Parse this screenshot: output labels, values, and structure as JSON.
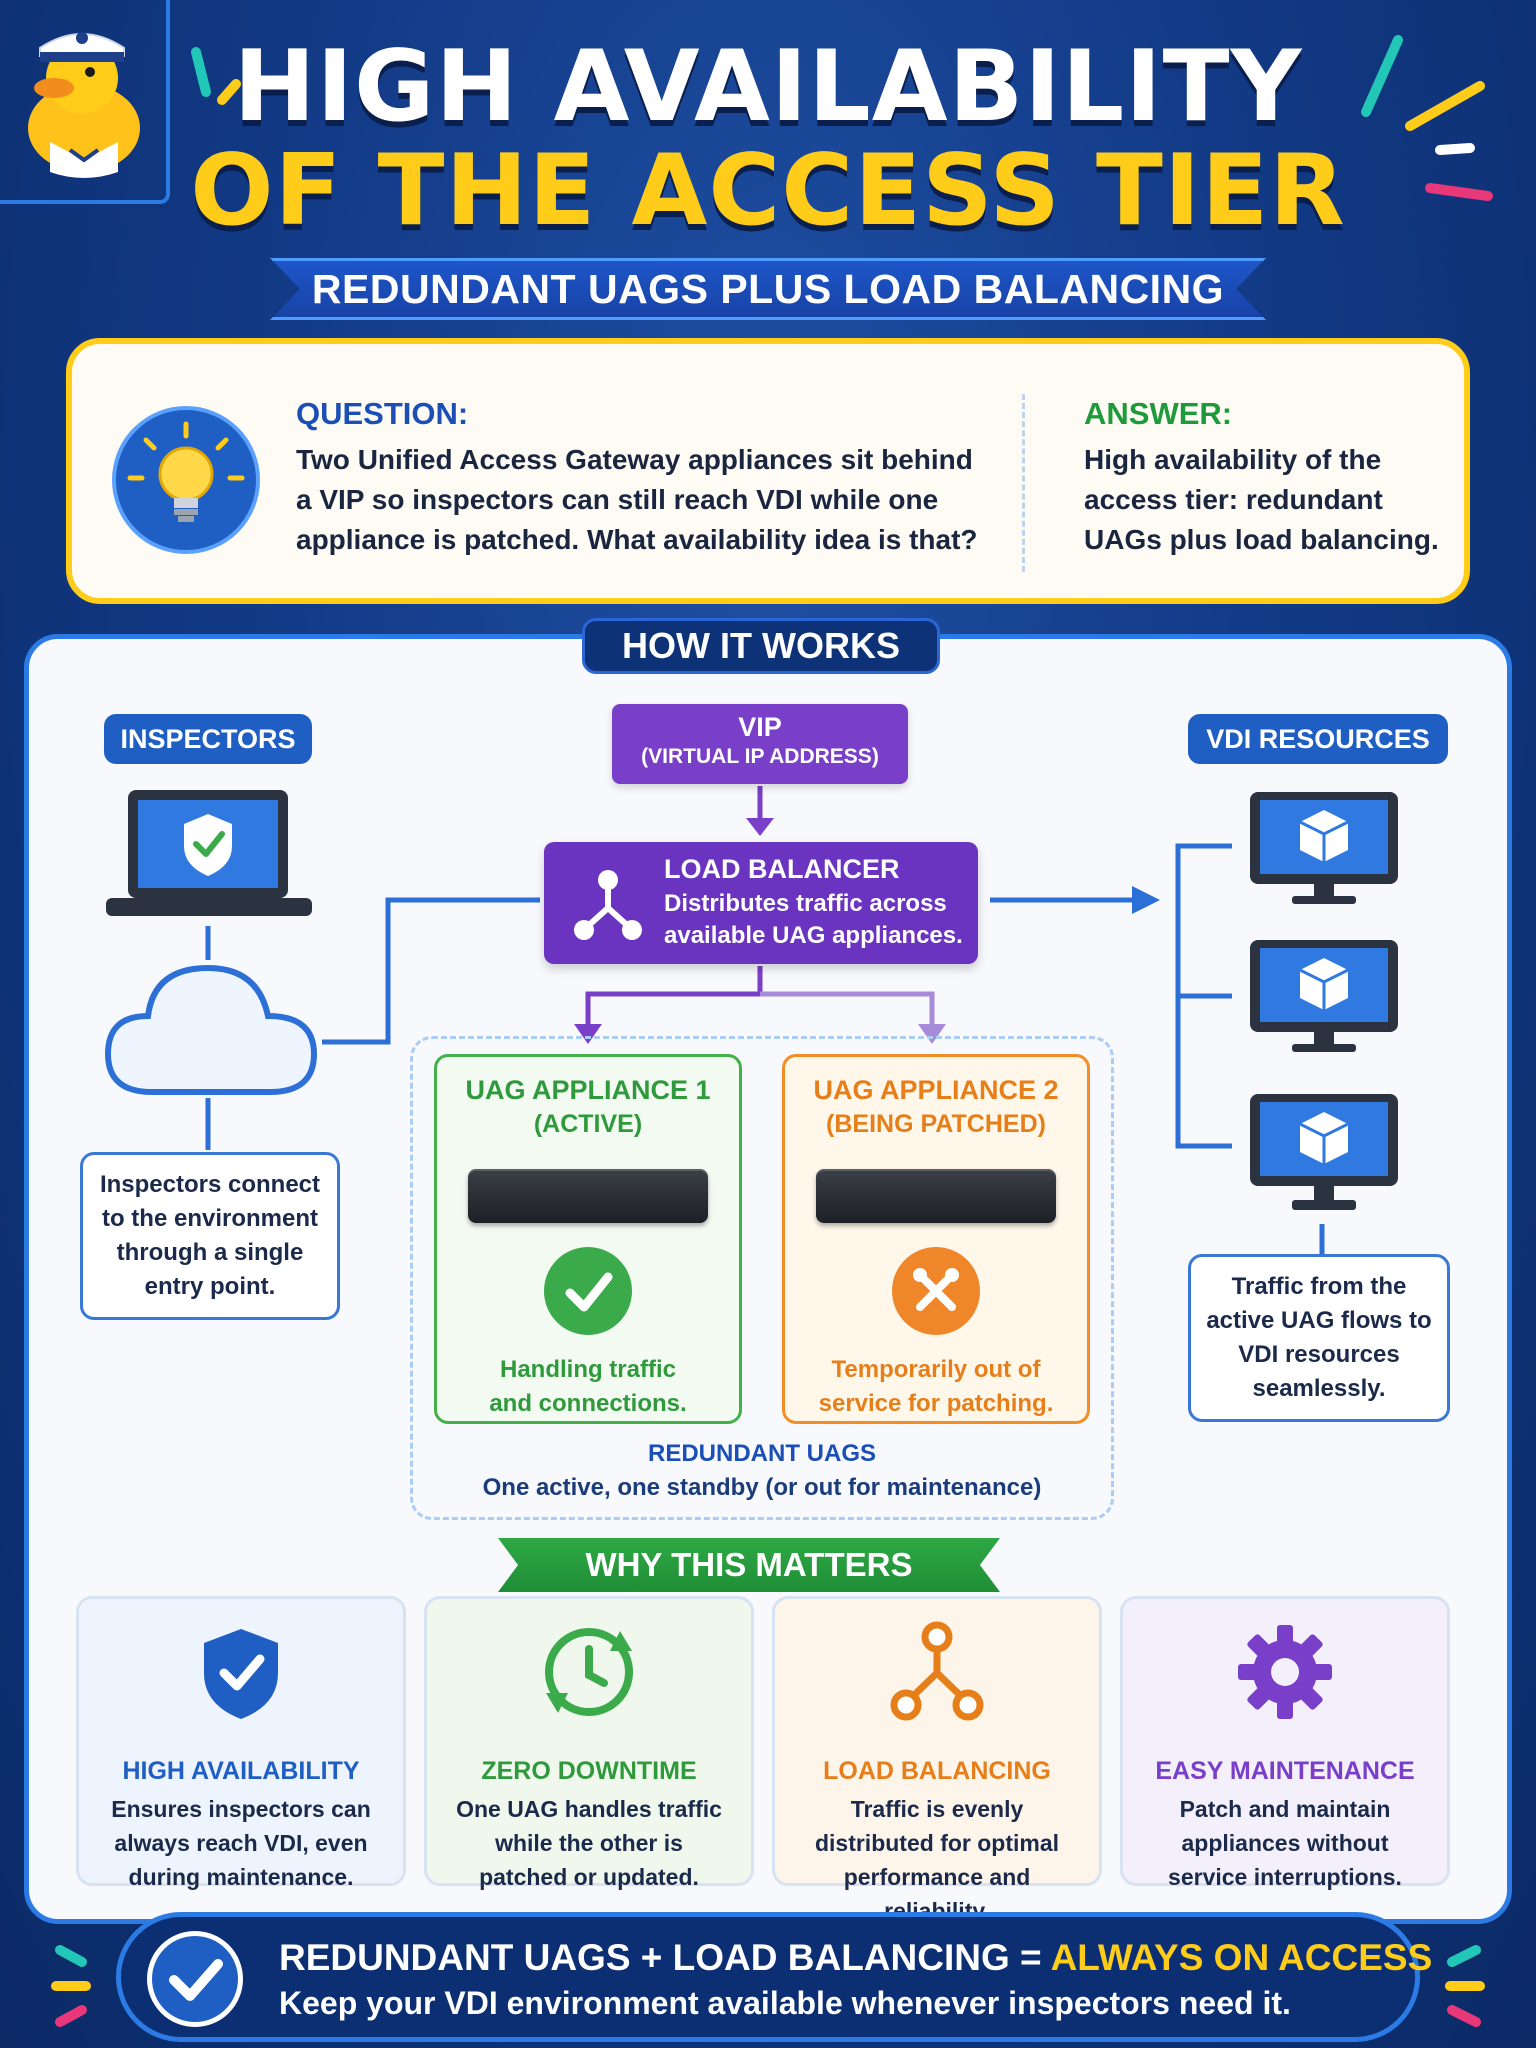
{
  "header": {
    "title_line1": "HIGH AVAILABILITY",
    "title_line2": "OF THE ACCESS TIER",
    "subtitle": "REDUNDANT UAGS PLUS LOAD BALANCING"
  },
  "qa": {
    "question_label": "QUESTION:",
    "question_text": "Two Unified Access Gateway appliances sit behind a VIP so inspectors can still reach VDI while one appliance is patched. What availability idea is that?",
    "answer_label": "ANSWER:",
    "answer_text": "High availability of the access tier: redundant UAGs plus load balancing."
  },
  "how_it_works": {
    "tab_label": "HOW IT WORKS",
    "inspectors_label": "INSPECTORS",
    "inspectors_note": "Inspectors connect to the environment through a single entry point.",
    "vip_title": "VIP",
    "vip_subtitle": "(VIRTUAL IP ADDRESS)",
    "lb_title": "LOAD BALANCER",
    "lb_desc": "Distributes traffic across available UAG appliances.",
    "vdi_label": "VDI RESOURCES",
    "vdi_note": "Traffic from the active UAG flows to VDI resources seamlessly.",
    "uag1": {
      "title": "UAG APPLIANCE 1",
      "state": "(ACTIVE)",
      "desc": "Handling traffic and connections."
    },
    "uag2": {
      "title": "UAG APPLIANCE 2",
      "state": "(BEING PATCHED)",
      "desc": "Temporarily out of service for patching."
    },
    "redundant_title": "REDUNDANT UAGS",
    "redundant_sub": "One active, one standby (or out for maintenance)"
  },
  "why": {
    "banner": "WHY THIS MATTERS",
    "cards": [
      {
        "title": "HIGH AVAILABILITY",
        "desc": "Ensures inspectors can always reach VDI, even during maintenance.",
        "icon": "shield-check-icon",
        "color": "#1f5fc4"
      },
      {
        "title": "ZERO DOWNTIME",
        "desc": "One UAG handles traffic while the other is patched or updated.",
        "icon": "clock-refresh-icon",
        "color": "#2f9a3c"
      },
      {
        "title": "LOAD BALANCING",
        "desc": "Traffic is evenly distributed for optimal performance and reliability.",
        "icon": "network-nodes-icon",
        "color": "#e67f1a"
      },
      {
        "title": "EASY MAINTENANCE",
        "desc": "Patch and maintain appliances without service interruptions.",
        "icon": "gear-icon",
        "color": "#7a3fc8"
      }
    ]
  },
  "footer": {
    "line1_prefix": "REDUNDANT UAGS + LOAD BALANCING =",
    "line1_highlight": "ALWAYS ON ACCESS",
    "line2": "Keep your VDI environment available whenever inspectors need it."
  },
  "colors": {
    "background": "#123a86",
    "accent_yellow": "#ffcc1a",
    "primary_blue": "#1f5fc4",
    "purple": "#7a3fc8",
    "green": "#2f9a3c",
    "orange": "#e67f1a"
  }
}
